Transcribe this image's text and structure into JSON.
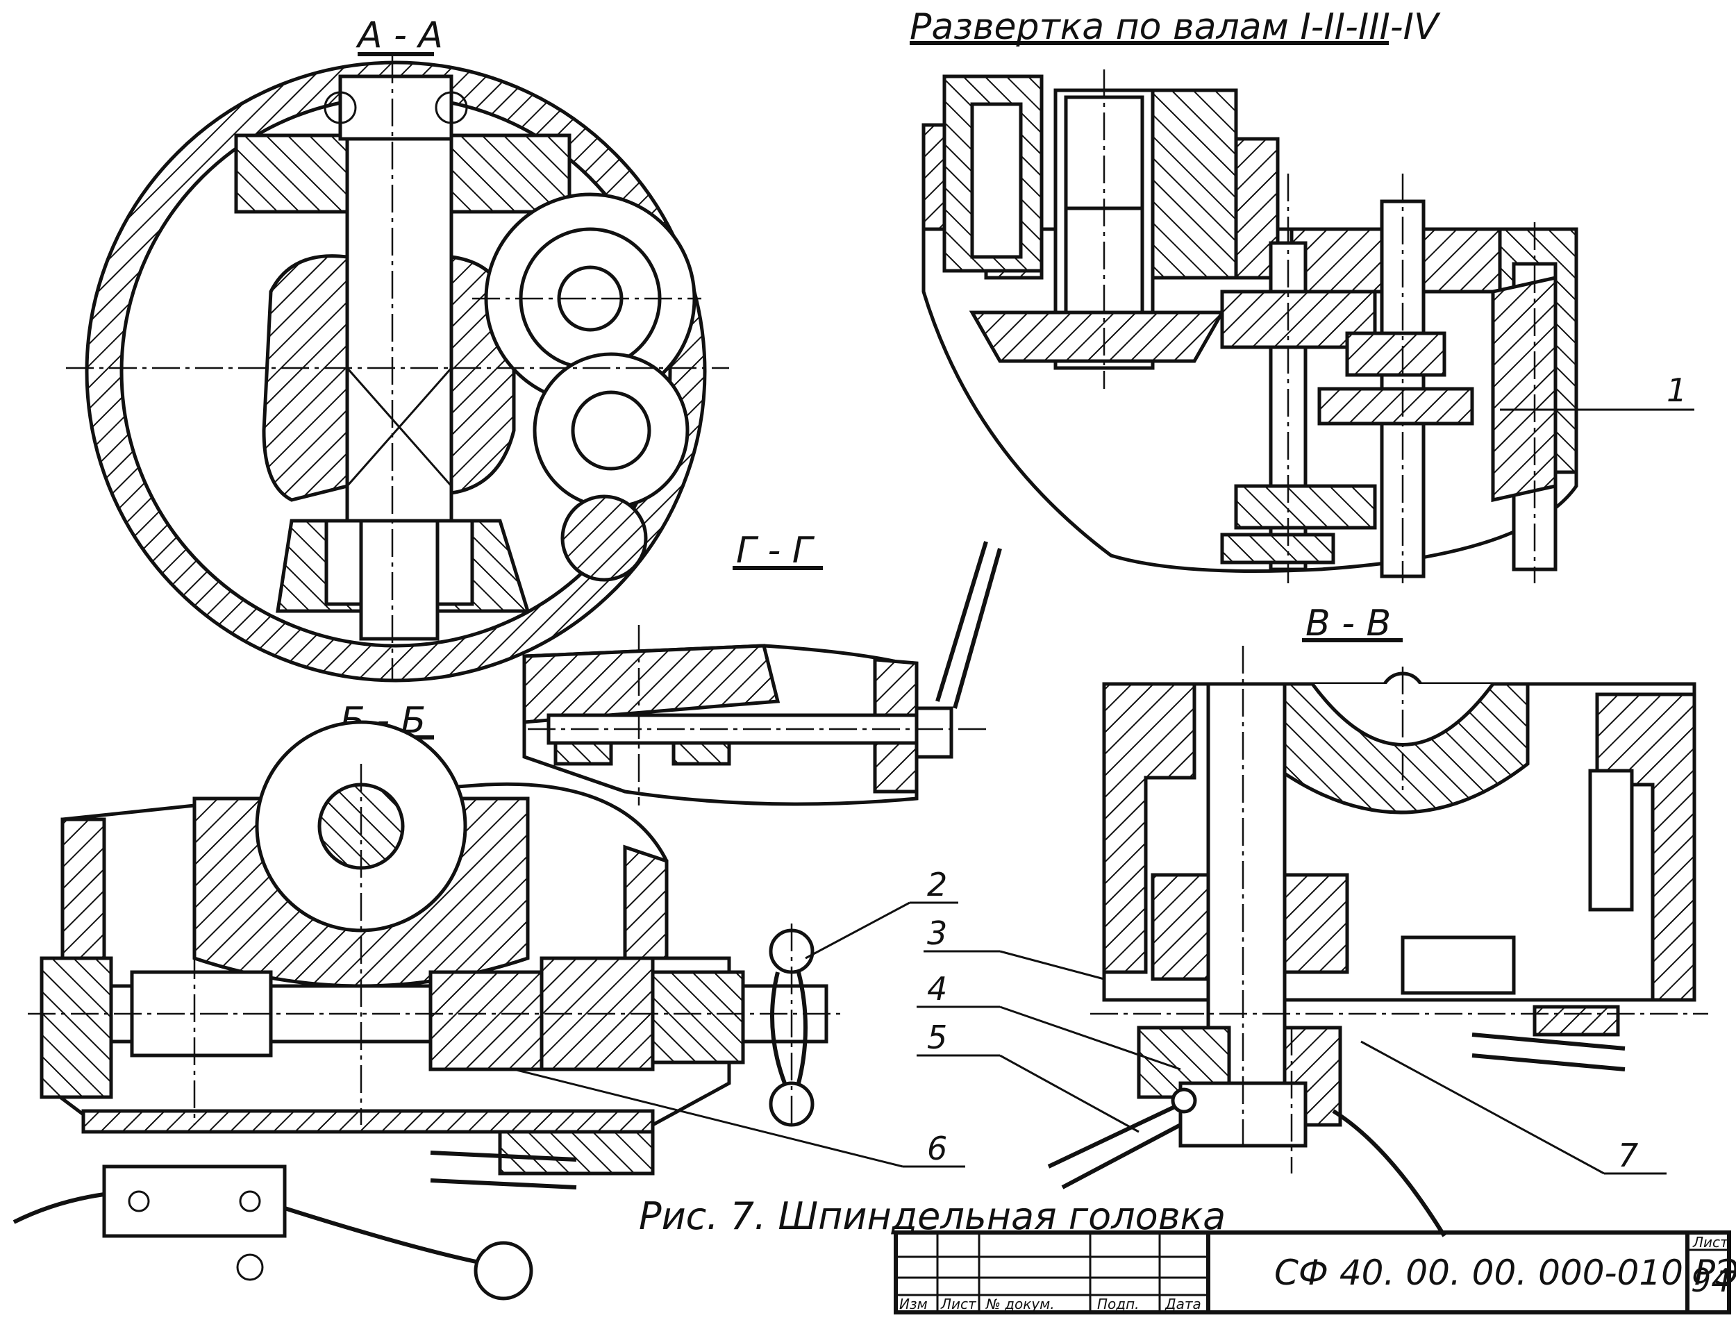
{
  "sections": {
    "aa": "А - А",
    "unfold": "Развертка  по  валам  I-II-III-IV",
    "gg": "Г - Г",
    "bb": "Б - Б",
    "vv": "В - В"
  },
  "callouts": [
    "1",
    "2",
    "3",
    "4",
    "5",
    "6",
    "7"
  ],
  "caption": "Рис. 7. Шпиндельная головка",
  "title_block": {
    "designation": "СФ 40. 00. 00. 000-010  РЭ",
    "sheet_label": "Лист",
    "sheet_number": "94",
    "col_izm": "Изм",
    "col_list": "Лист",
    "col_doc": "№ докум.",
    "col_sign": "Подп.",
    "col_date": "Дата"
  }
}
